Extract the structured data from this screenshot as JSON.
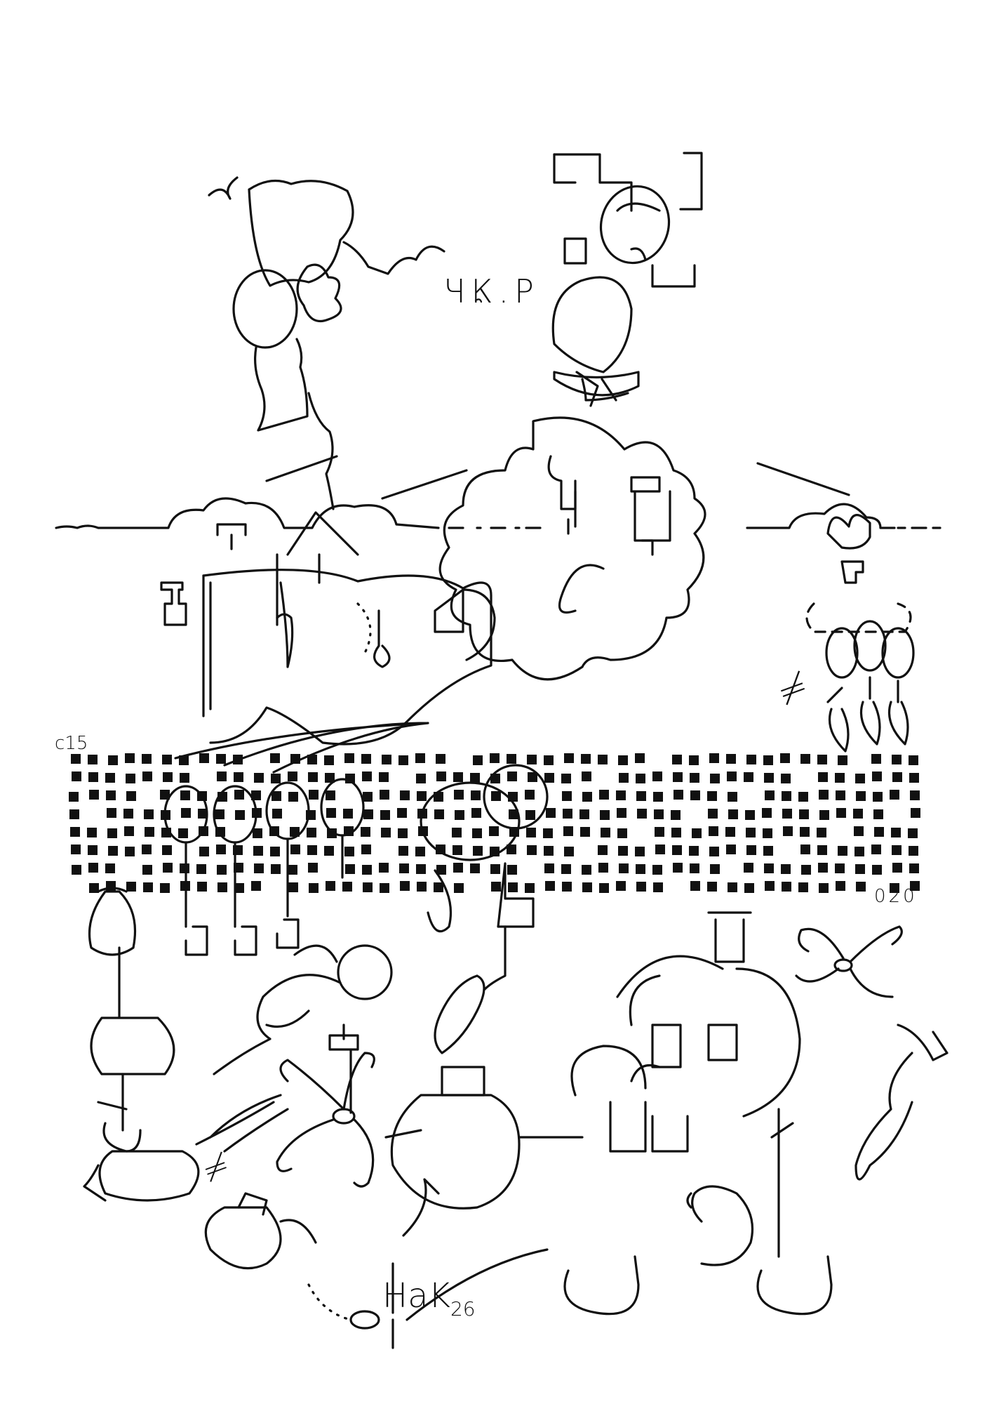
{
  "texts": {
    "hkp": "ЧК.Р",
    "c15": "c15",
    "c020": "020",
    "signature": "HaK",
    "signature_num": "26",
    "neq_a": "≠",
    "neq_b": "≠"
  },
  "style": {
    "ink": "#111111",
    "paper": "#ffffff"
  }
}
